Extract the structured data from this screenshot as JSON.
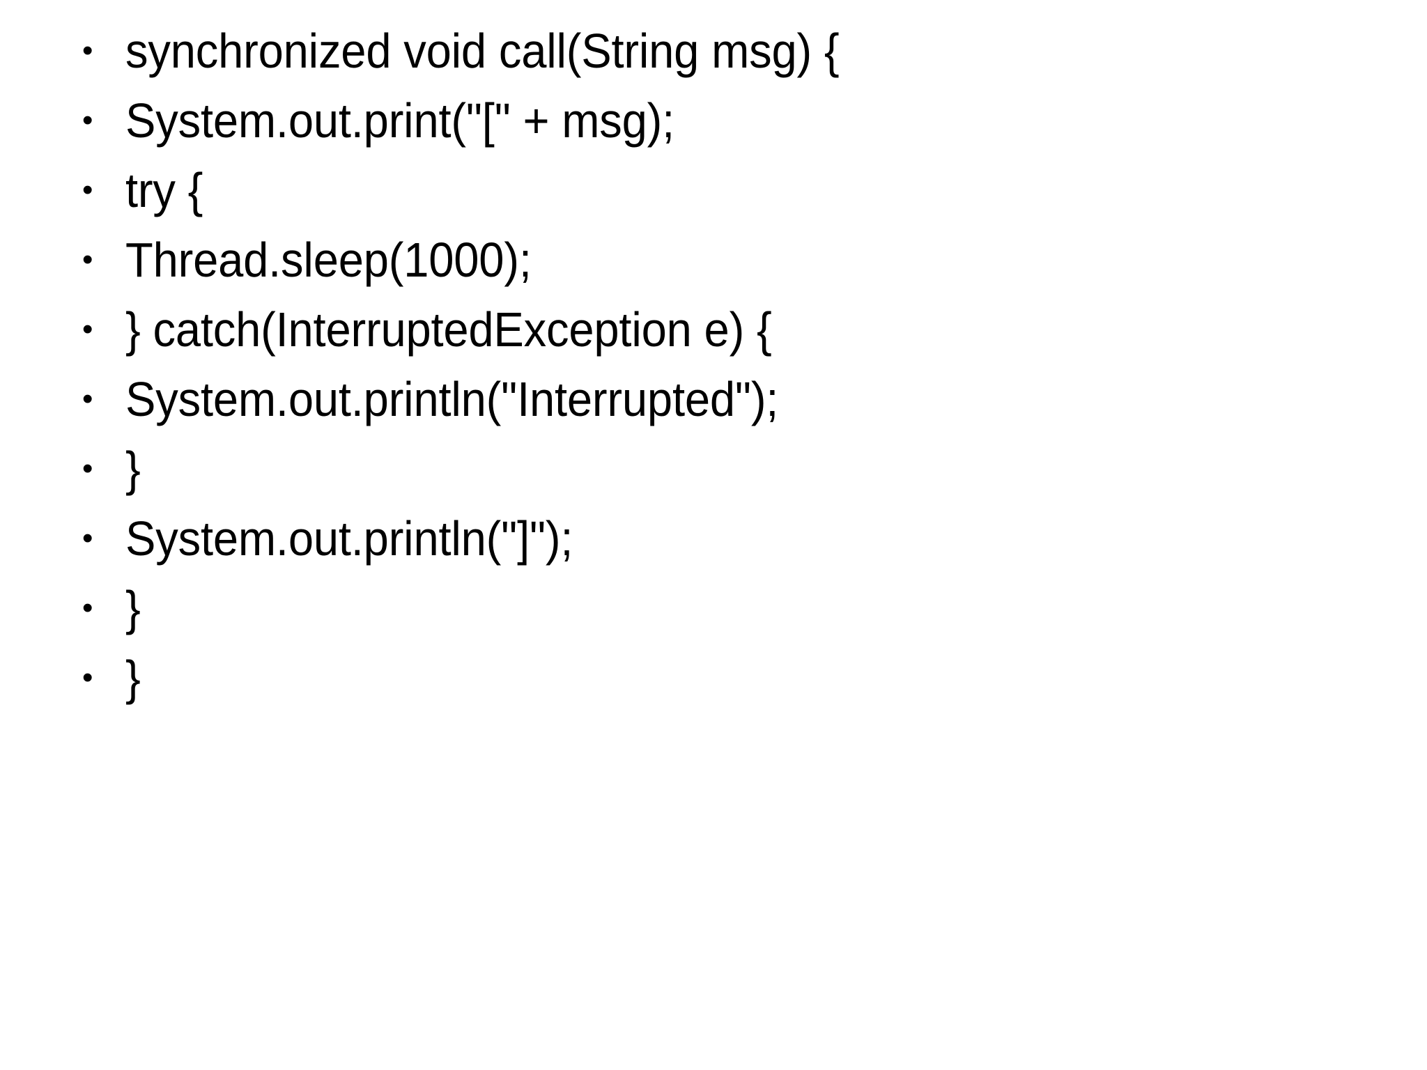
{
  "slide": {
    "background_color": "#ffffff",
    "text_color": "#000000",
    "bullet_glyph": "•"
  },
  "content": {
    "bullets": [
      {
        "text": "synchronized void call(String msg) {"
      },
      {
        "text": "System.out.print(\"[\" + msg);"
      },
      {
        "text": "try {"
      },
      {
        "text": "Thread.sleep(1000);"
      },
      {
        "text": "} catch(InterruptedException e) {"
      },
      {
        "text": "System.out.println(\"Interrupted\");"
      },
      {
        "text": "}"
      },
      {
        "text": "System.out.println(\"]\");"
      },
      {
        "text": "}"
      },
      {
        "text": "}"
      }
    ]
  }
}
